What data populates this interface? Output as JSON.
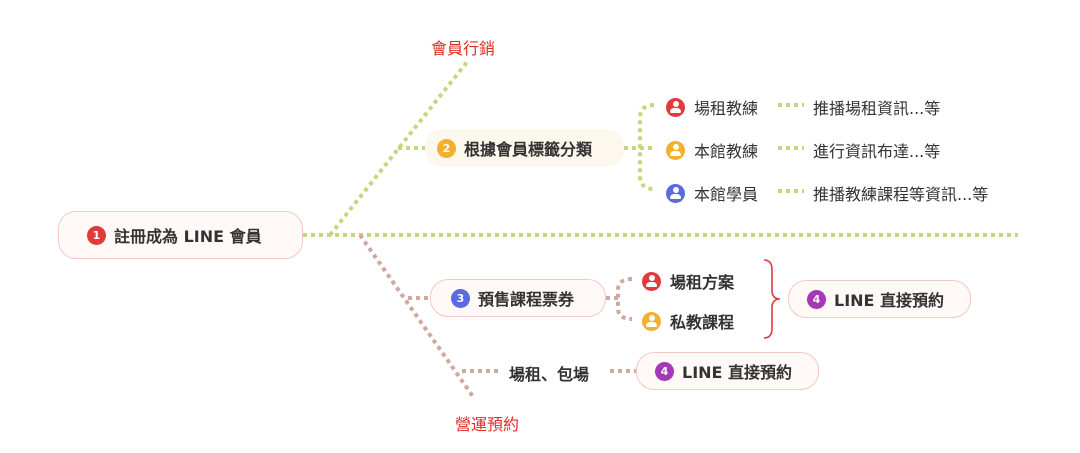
{
  "colors": {
    "green_connector": "#c4d77e",
    "brown_connector": "#cda99e",
    "accent_red": "#e02d24",
    "badge_red": "#e03a3a",
    "badge_orange": "#f3b02d",
    "badge_blue": "#5a6ae0",
    "badge_purple": "#a538b5",
    "node_border": "#f3c9c0"
  },
  "root": {
    "number": "1",
    "label": "註冊成為 LINE 會員"
  },
  "branches": {
    "marketing": {
      "label": "會員行銷",
      "tag_node": {
        "number": "2",
        "label": "根據會員標籤分類"
      },
      "members": [
        {
          "icon": "person-icon",
          "label": "場租教練",
          "note": "推播場租資訊...等"
        },
        {
          "icon": "person-icon",
          "label": "本館教練",
          "note": "進行資訊布達...等"
        },
        {
          "icon": "person-icon",
          "label": "本館學員",
          "note": "推播教練課程等資訊...等"
        }
      ]
    },
    "booking": {
      "label": "營運預約",
      "ticket_node": {
        "number": "3",
        "label": "預售課程票券"
      },
      "ticket_items": [
        {
          "icon": "person-icon",
          "label": "場租方案"
        },
        {
          "icon": "person-icon",
          "label": "私教課程"
        }
      ],
      "ticket_booking": {
        "number": "4",
        "label": "LINE 直接預約"
      },
      "venue_label": "場租、包場",
      "venue_booking": {
        "number": "4",
        "label": "LINE 直接預約"
      }
    }
  }
}
